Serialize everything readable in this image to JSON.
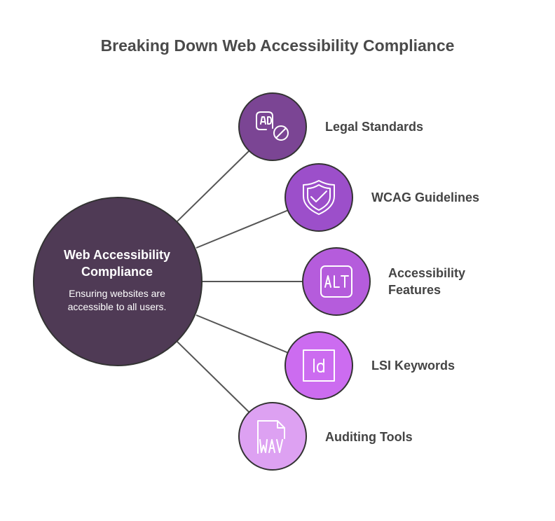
{
  "title": "Breaking Down Web Accessibility Compliance",
  "center": {
    "title": "Web Accessibility Compliance",
    "description": "Ensuring websites are accessible to all users.",
    "color": "#4f3a55"
  },
  "nodes": [
    {
      "label": "Legal Standards",
      "icon": "ad-block-icon",
      "color": "#7b4594"
    },
    {
      "label": "WCAG Guidelines",
      "icon": "shield-check-icon",
      "color": "#9c4fca"
    },
    {
      "label": "Accessibility Features",
      "icon": "alt-text-icon",
      "color": "#b55cdc"
    },
    {
      "label": "LSI Keywords",
      "icon": "id-document-icon",
      "color": "#cc6cf0"
    },
    {
      "label": "Auditing Tools",
      "icon": "wav-file-icon",
      "color": "#dda1f2"
    }
  ],
  "line_color": "#555555",
  "stroke_color": "#333333"
}
